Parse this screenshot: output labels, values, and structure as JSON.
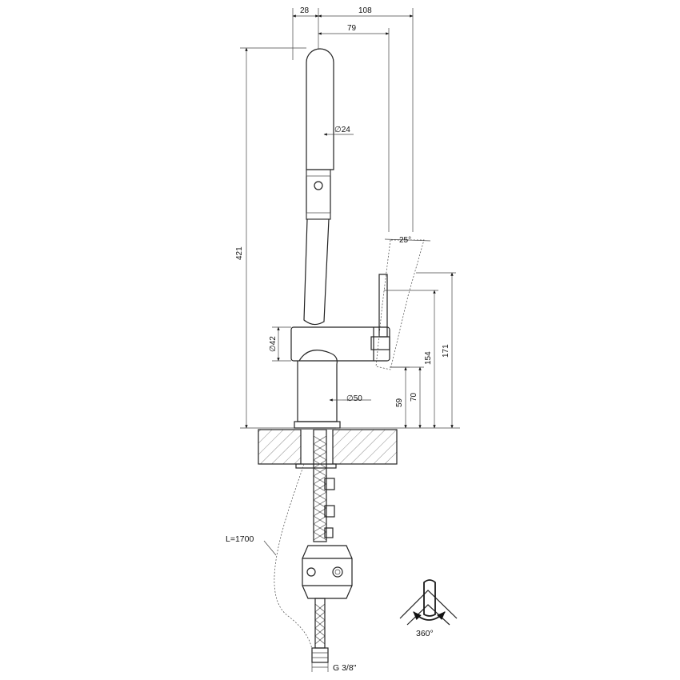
{
  "dimensions": {
    "top_28": "28",
    "top_108": "108",
    "top_79": "79",
    "spout_diameter": "∅24",
    "angle": "25°",
    "height_421": "421",
    "body_diameter": "∅42",
    "base_diameter": "∅50",
    "height_59": "59",
    "height_70": "70",
    "height_154": "154",
    "height_171": "171"
  },
  "labels": {
    "hose_length": "L=1700",
    "thread": "G 3/8\"",
    "rotation": "360°"
  }
}
